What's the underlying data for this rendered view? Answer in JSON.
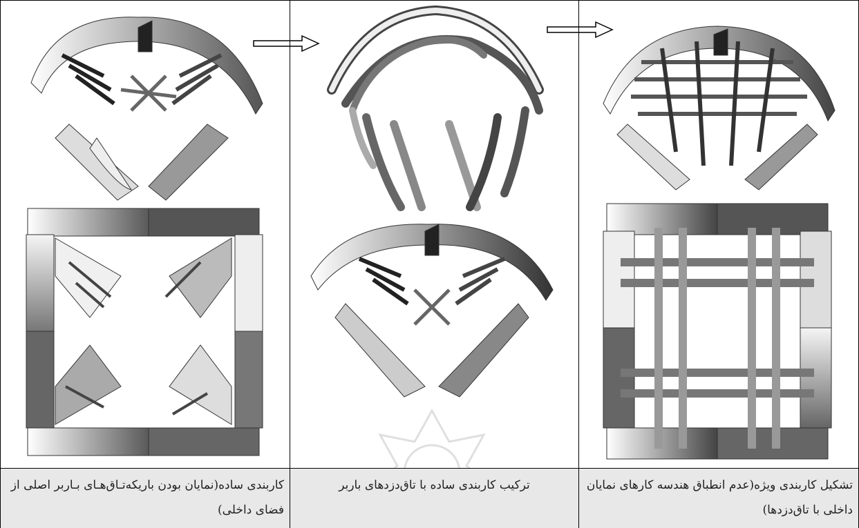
{
  "columns": [
    {
      "id": "right",
      "caption": "تشکیل کاربندی ویژه(عدم انطباق هندسه کارهای نمایان داخلی با تاق‌دزدها)"
    },
    {
      "id": "middle",
      "caption": "ترکیب کاربندی ساده با تاق‌دزدهای باربر"
    },
    {
      "id": "left",
      "caption": "کاربندی ساده(نمایان بودن باریکه‌تـاق‌هـای بـاربر اصلی از فضای داخلی)"
    }
  ],
  "colors": {
    "border": "#000000",
    "caption_bg": "#e8e8e8",
    "rib_light": "#f2f2f2",
    "rib_dark": "#4a4a4a"
  },
  "icons": [
    "arrow-right-icon",
    "arrow-right-icon",
    "watermark-logo"
  ]
}
